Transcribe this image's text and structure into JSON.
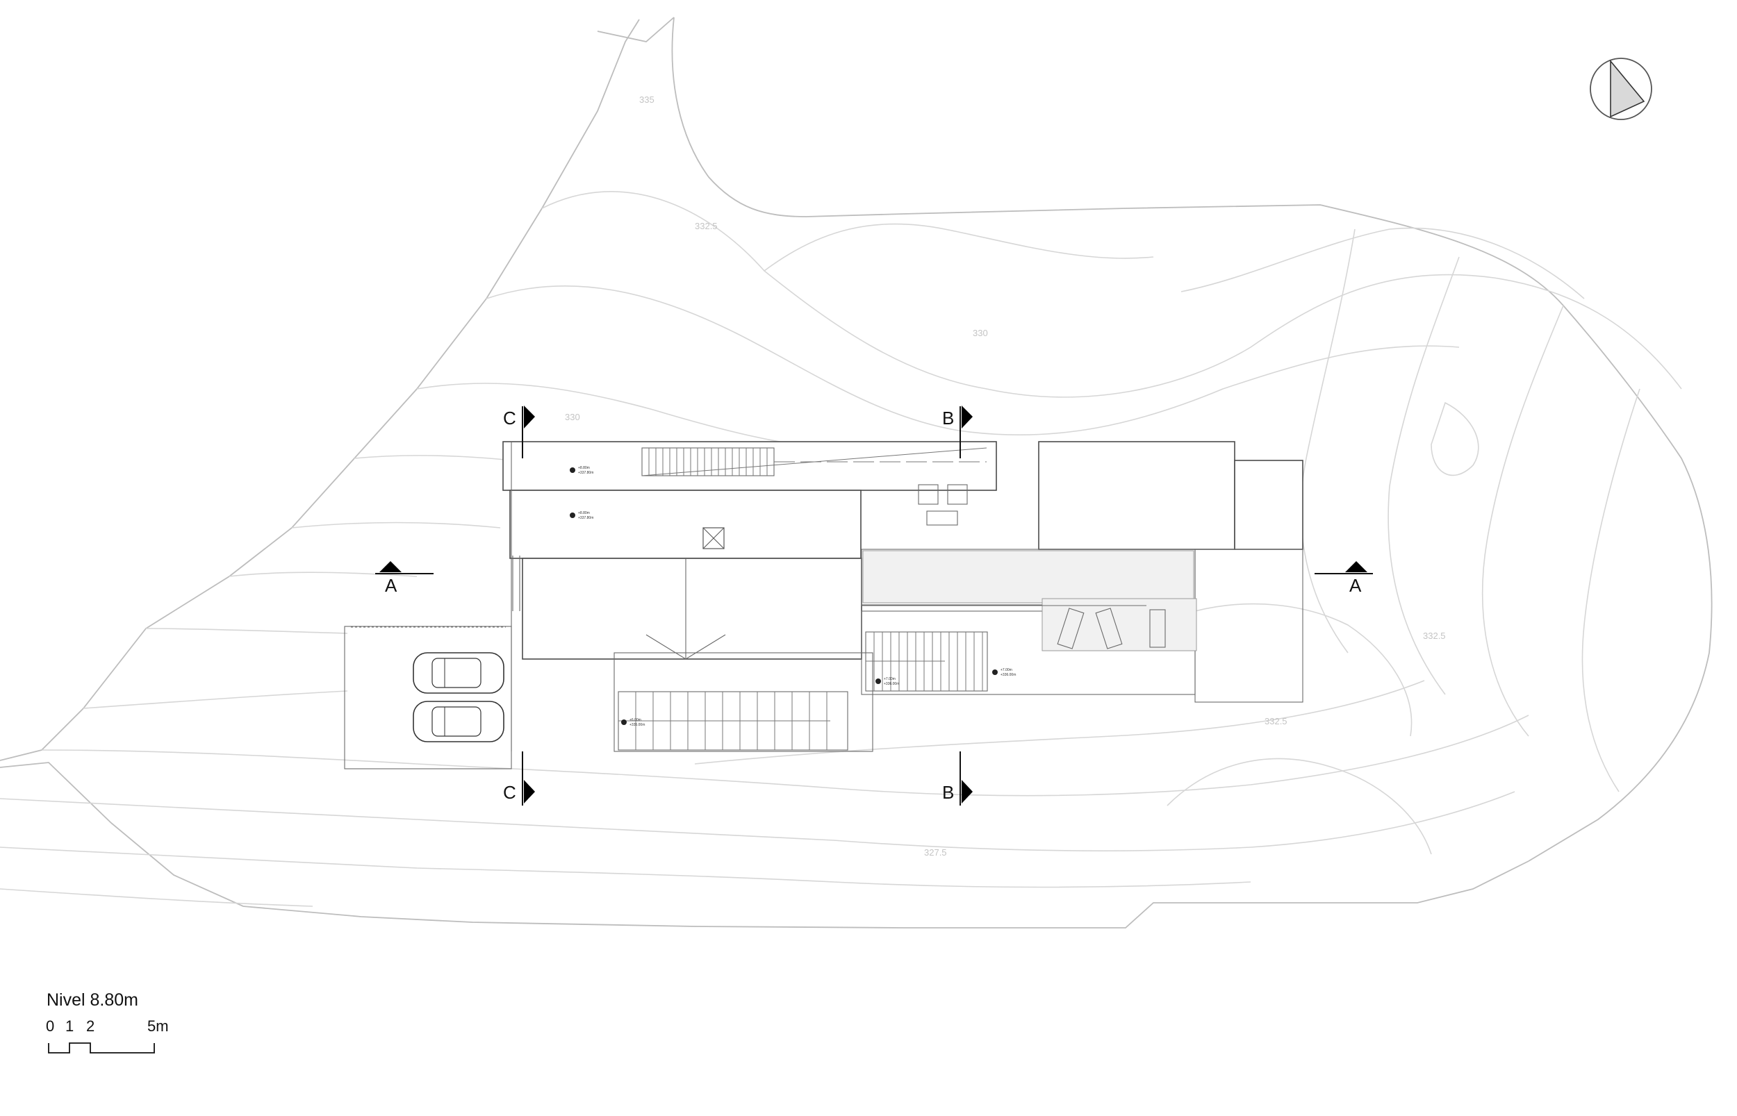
{
  "drawing": {
    "title": "Nivel 8.80m",
    "scale_labels": [
      "0",
      "1",
      "2",
      "5m"
    ]
  },
  "section_marks": {
    "A_left": "A",
    "A_right": "A",
    "B_top": "B",
    "B_bottom": "B",
    "C_top": "C",
    "C_bottom": "C"
  },
  "contour_labels": [
    "335",
    "332.5",
    "330",
    "330",
    "332.5",
    "332.5",
    "327.5"
  ],
  "levels": [
    {
      "top": "+8.80m",
      "bottom": "+337.80m"
    },
    {
      "top": "+8.80m",
      "bottom": "+337.80m"
    },
    {
      "top": "+7.00m",
      "bottom": "+336.00m"
    },
    {
      "top": "+7.00m",
      "bottom": "+336.00m"
    },
    {
      "top": "+6.00m",
      "bottom": "+335.00m"
    }
  ],
  "colors": {
    "contour": "#d6d6d6",
    "terrain": "#bdbdbd",
    "building": "#4a4a4a",
    "marker": "#000000"
  },
  "icons": {
    "north": "north-arrow-icon",
    "car": "car-icon",
    "skylight": "skylight-icon"
  }
}
